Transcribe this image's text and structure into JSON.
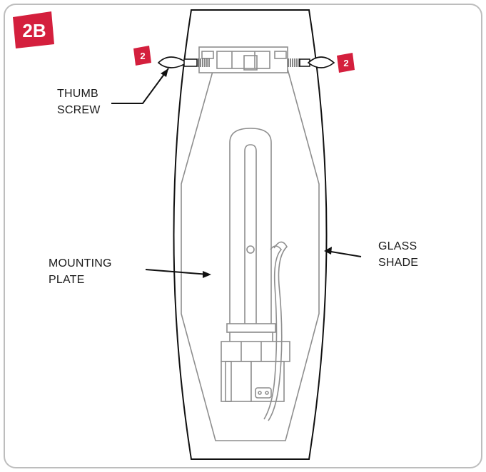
{
  "step": {
    "label": "2B",
    "color": "#d41f3d"
  },
  "badges": [
    {
      "number": "2",
      "color": "#d41f3d"
    },
    {
      "number": "2",
      "color": "#d41f3d"
    }
  ],
  "callouts": {
    "thumb_screw": {
      "line1": "THUMB",
      "line2": "SCREW"
    },
    "mounting_plate": {
      "line1": "MOUNTING",
      "line2": "PLATE"
    },
    "glass_shade": {
      "line1": "GLASS",
      "line2": "SHADE"
    }
  },
  "colors": {
    "frame": "#bdbdbd",
    "accent": "#d41f3d",
    "line": "#111111",
    "part": "#8e8e8e"
  }
}
